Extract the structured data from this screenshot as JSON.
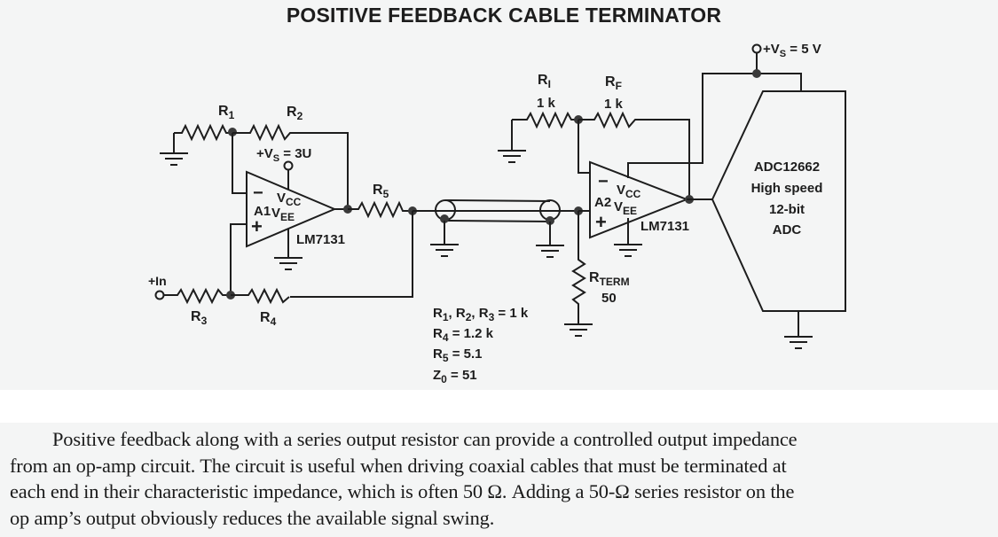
{
  "title": "POSITIVE FEEDBACK CABLE TERMINATOR",
  "schematic": {
    "amp_a1": {
      "name": "A1",
      "part": "LM7131",
      "vcc": "V",
      "vcc_sub": "CC",
      "vee": "V",
      "vee_sub": "EE",
      "minus": "−",
      "plus": "+",
      "supply_label": "+V",
      "supply_sub": "S",
      "supply_value": " = 3U"
    },
    "amp_a2": {
      "name": "A2",
      "part": "LM7131",
      "vcc": "V",
      "vcc_sub": "CC",
      "vee": "V",
      "vee_sub": "EE",
      "minus": "−",
      "plus": "+"
    },
    "resistors": {
      "r1": {
        "label": "R",
        "sub": "1"
      },
      "r2": {
        "label": "R",
        "sub": "2"
      },
      "r3": {
        "label": "R",
        "sub": "3"
      },
      "r4": {
        "label": "R",
        "sub": "4"
      },
      "r5": {
        "label": "R",
        "sub": "5"
      },
      "ri": {
        "label": "R",
        "sub": "I",
        "value": "1 k"
      },
      "rf": {
        "label": "R",
        "sub": "F",
        "value": "1 k"
      },
      "rterm": {
        "label": "R",
        "sub": "TERM",
        "value": "50"
      }
    },
    "input_label": "+In",
    "supply_right": {
      "label": "+V",
      "sub": "S",
      "value": " = 5 V"
    },
    "adc": {
      "lines": [
        "ADC12662",
        "High speed",
        "12-bit",
        "ADC"
      ]
    },
    "values_note": [
      {
        "label": "R",
        "sub": "1",
        "rest": ", R",
        "sub2": "2",
        "rest2": ", R",
        "sub3": "3",
        "tail": " = 1 k"
      },
      {
        "label": "R",
        "sub": "4",
        "tail": " = 1.2 k"
      },
      {
        "label": "R",
        "sub": "5",
        "tail": " = 5.1"
      },
      {
        "label": "Z",
        "sub": "0",
        "tail": " = 51"
      }
    ]
  },
  "caption": {
    "lines": [
      "Positive feedback along with a series output resistor can provide a controlled output impedance",
      "from an op-amp circuit. The circuit is useful when driving coaxial cables that must be terminated at",
      "each end in their characteristic impedance, which is often 50 Ω. Adding a 50-Ω series resistor on the",
      "op amp’s output obviously reduces the available signal swing."
    ]
  }
}
